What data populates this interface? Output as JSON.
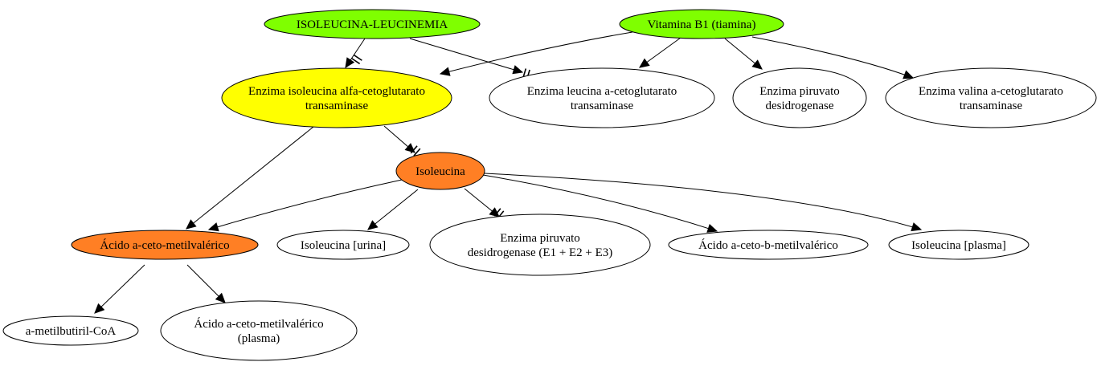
{
  "colors": {
    "green": "#7fff00",
    "yellow": "#ffff00",
    "orange": "#ff7f24",
    "white": "#ffffff"
  },
  "nodes": [
    {
      "id": "isoleucina_leucinemia",
      "lines": [
        "ISOLEUCINA-LEUCINEMIA"
      ],
      "fill": "green"
    },
    {
      "id": "vitamina_b1",
      "lines": [
        "Vitamina B1 (tiamina)"
      ],
      "fill": "green"
    },
    {
      "id": "enzima_isoleucina",
      "lines": [
        "Enzima isoleucina alfa-cetoglutarato",
        "transaminase"
      ],
      "fill": "yellow"
    },
    {
      "id": "enzima_leucina",
      "lines": [
        "Enzima leucina a-cetoglutarato",
        "transaminase"
      ],
      "fill": "white"
    },
    {
      "id": "enzima_piruvato",
      "lines": [
        "Enzima piruvato",
        "desidrogenase"
      ],
      "fill": "white"
    },
    {
      "id": "enzima_valina",
      "lines": [
        "Enzima valina a-cetoglutarato",
        "transaminase"
      ],
      "fill": "white"
    },
    {
      "id": "isoleucina",
      "lines": [
        "Isoleucina"
      ],
      "fill": "orange"
    },
    {
      "id": "acido_metilvalerico",
      "lines": [
        "Ácido a-ceto-metilvalérico"
      ],
      "fill": "orange"
    },
    {
      "id": "isoleucina_urina",
      "lines": [
        "Isoleucina [urina]"
      ],
      "fill": "white"
    },
    {
      "id": "enzima_piruvato_e",
      "lines": [
        "Enzima piruvato",
        "desidrogenase (E1 + E2 + E3)"
      ],
      "fill": "white"
    },
    {
      "id": "acido_b_metilvalerico",
      "lines": [
        "Ácido a-ceto-b-metilvalérico"
      ],
      "fill": "white"
    },
    {
      "id": "isoleucina_plasma",
      "lines": [
        "Isoleucina [plasma]"
      ],
      "fill": "white"
    },
    {
      "id": "metilbutiril_coa",
      "lines": [
        "a-metilbutiril-CoA"
      ],
      "fill": "white"
    },
    {
      "id": "acido_metilvalerico_plasma",
      "lines": [
        "Ácido a-ceto-metilvalérico",
        "(plasma)"
      ],
      "fill": "white"
    }
  ],
  "edges": [
    {
      "from": "isoleucina_leucinemia",
      "to": "enzima_isoleucina",
      "inhibit": true
    },
    {
      "from": "isoleucina_leucinemia",
      "to": "enzima_leucina",
      "inhibit": true
    },
    {
      "from": "vitamina_b1",
      "to": "enzima_isoleucina",
      "inhibit": false
    },
    {
      "from": "vitamina_b1",
      "to": "enzima_leucina",
      "inhibit": false
    },
    {
      "from": "vitamina_b1",
      "to": "enzima_piruvato",
      "inhibit": false
    },
    {
      "from": "vitamina_b1",
      "to": "enzima_valina",
      "inhibit": false
    },
    {
      "from": "enzima_isoleucina",
      "to": "isoleucina",
      "inhibit": true
    },
    {
      "from": "enzima_isoleucina",
      "to": "acido_metilvalerico",
      "inhibit": false
    },
    {
      "from": "isoleucina",
      "to": "acido_metilvalerico",
      "inhibit": false
    },
    {
      "from": "isoleucina",
      "to": "isoleucina_urina",
      "inhibit": false
    },
    {
      "from": "isoleucina",
      "to": "enzima_piruvato_e",
      "inhibit": true
    },
    {
      "from": "isoleucina",
      "to": "acido_b_metilvalerico",
      "inhibit": false
    },
    {
      "from": "isoleucina",
      "to": "isoleucina_plasma",
      "inhibit": false
    },
    {
      "from": "acido_metilvalerico",
      "to": "metilbutiril_coa",
      "inhibit": false
    },
    {
      "from": "acido_metilvalerico",
      "to": "acido_metilvalerico_plasma",
      "inhibit": false
    }
  ]
}
